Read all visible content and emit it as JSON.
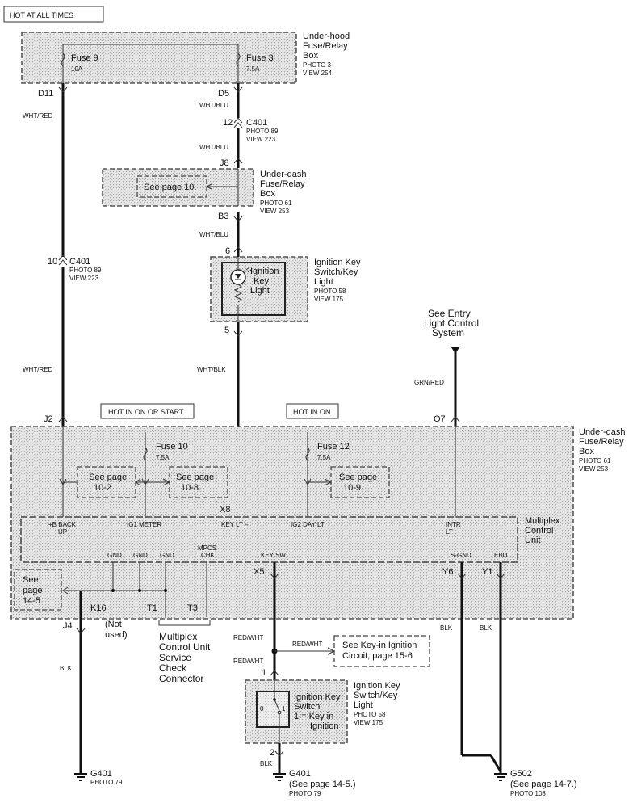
{
  "labels": {
    "hot_at_all_times": "HOT AT ALL TIMES",
    "hot_in_on_or_start": "HOT IN ON OR START",
    "hot_in_on": "HOT IN ON"
  },
  "underhood_box": {
    "line1": "Under-hood",
    "line2": "Fuse/Relay",
    "line3": "Box",
    "photo": "PHOTO 3",
    "view": "VIEW 254",
    "fuse9": "Fuse 9",
    "fuse9_rating": "10A",
    "fuse3": "Fuse 3",
    "fuse3_rating": "7.5A",
    "pin_d11": "D11",
    "pin_d5": "D5"
  },
  "c401_upper": {
    "pin": "12",
    "name": "C401",
    "photo": "PHOTO 89",
    "view": "VIEW 223"
  },
  "underdash_upper": {
    "line1": "Under-dash",
    "line2": "Fuse/Relay",
    "line3": "Box",
    "photo": "PHOTO 61",
    "view": "VIEW 253",
    "see_page": "See page 10.",
    "pin_j8": "J8",
    "pin_b3": "B3"
  },
  "c401_left": {
    "pin": "10",
    "name": "C401",
    "photo": "PHOTO 89",
    "view": "VIEW 223"
  },
  "ignition_key_light": {
    "line1": "Ignition Key",
    "line2": "Switch/Key",
    "line3": "Light",
    "photo": "PHOTO 58",
    "view": "VIEW 175",
    "inner1": "Ignition",
    "inner2": "Key",
    "inner3": "Light",
    "pin_top": "6",
    "pin_bottom": "5"
  },
  "entry_light": {
    "line1": "See Entry",
    "line2": "Light Control",
    "line3": "System"
  },
  "wires": {
    "wht_red_1": "WHT/RED",
    "wht_red_2": "WHT/RED",
    "wht_blu_1": "WHT/BLU",
    "wht_blu_2": "WHT/BLU",
    "wht_blu_3": "WHT/BLU",
    "wht_blk": "WHT/BLK",
    "grn_red": "GRN/RED",
    "red_wht_1": "RED/WHT",
    "red_wht_2": "RED/WHT",
    "red_wht_3": "RED/WHT",
    "blk_1": "BLK",
    "blk_2": "BLK",
    "blk_3": "BLK",
    "blk_4": "BLK"
  },
  "underdash_main": {
    "line1": "Under-dash",
    "line2": "Fuse/Relay",
    "line3": "Box",
    "photo": "PHOTO 61",
    "view": "VIEW 253",
    "pin_j2": "J2",
    "pin_o7": "O7",
    "pin_x8": "X8",
    "fuse10": "Fuse 10",
    "fuse10_rating": "7.5A",
    "fuse12": "Fuse 12",
    "fuse12_rating": "7.5A",
    "see_10_2_a": "See page",
    "see_10_2_b": "10-2.",
    "see_10_8_a": "See page",
    "see_10_8_b": "10-8.",
    "see_10_9_a": "See page",
    "see_10_9_b": "10-9.",
    "see_14_5_a": "See",
    "see_14_5_b": "page",
    "see_14_5_c": "14-5."
  },
  "mcu": {
    "line1": "Multiplex",
    "line2": "Control",
    "line3": "Unit",
    "b_backup_1": "+B BACK",
    "b_backup_2": "UP",
    "ig1_meter": "IG1 METER",
    "key_lt": "KEY LT –",
    "ig2_day_lt": "IG2 DAY LT",
    "intr_1": "INTR",
    "intr_2": "LT –",
    "gnd1": "GND",
    "gnd2": "GND",
    "gnd3": "GND",
    "mpcs_1": "MPCS",
    "mpcs_2": "CHK",
    "key_sw": "KEY SW",
    "s_gnd": "S-GND",
    "ebd": "EBD",
    "pin_x5": "X5",
    "pin_y6": "Y6",
    "pin_y1": "Y1",
    "pin_k16": "K16",
    "pin_t1": "T1",
    "pin_t3": "T3",
    "pin_j4": "J4",
    "not_used_1": "(Not",
    "not_used_2": "used)"
  },
  "service_check": {
    "line1": "Multiplex",
    "line2": "Control Unit",
    "line3": "Service",
    "line4": "Check",
    "line5": "Connector"
  },
  "key_in_circuit": {
    "line1": "See Key-in Ignition",
    "line2": "Circuit, page 15-6"
  },
  "ignition_key_switch": {
    "line1": "Ignition Key",
    "line2": "Switch/Key",
    "line3": "Light",
    "photo": "PHOTO 58",
    "view": "VIEW 175",
    "inner1": "Ignition Key",
    "inner2": "Switch",
    "inner3": "1 = Key in",
    "inner4": "Ignition",
    "pin_top": "1",
    "pin_bottom": "2",
    "switch_0": "0",
    "switch_1": "1"
  },
  "grounds": {
    "g401_left": "G401",
    "g401_left_photo": "PHOTO 79",
    "g401_mid": "G401",
    "g401_mid_see": "(See page 14-5.)",
    "g401_mid_photo": "PHOTO 79",
    "g502": "G502",
    "g502_see": "(See page 14-7.)",
    "g502_photo": "PHOTO 108"
  }
}
